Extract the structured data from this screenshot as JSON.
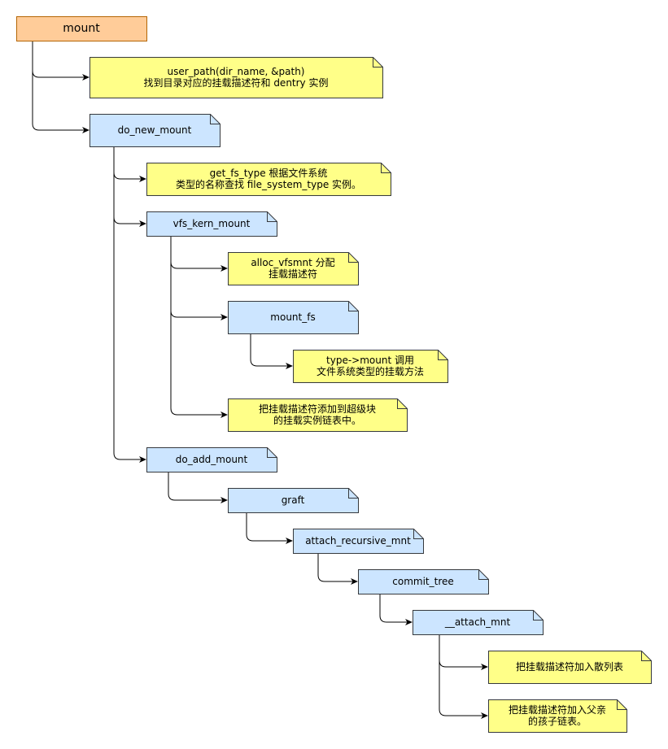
{
  "colors": {
    "root_fill": "#ffcc99",
    "root_stroke": "#b46504",
    "note_fill": "#ffff88",
    "note_stroke": "#36393d",
    "func_fill": "#cce5ff",
    "func_stroke": "#36393d",
    "edge": "#000000"
  },
  "nodes": {
    "mount": {
      "lines": [
        "mount"
      ],
      "kind": "root"
    },
    "user_path": {
      "lines": [
        "user_path(dir_name, &path)",
        "找到目录对应的挂载描述符和 dentry 实例"
      ],
      "kind": "note"
    },
    "do_new_mount": {
      "lines": [
        "do_new_mount"
      ],
      "kind": "func"
    },
    "get_fs_type": {
      "lines": [
        "get_fs_type 根据文件系统",
        "类型的名称查找 file_system_type 实例。"
      ],
      "kind": "note"
    },
    "vfs_kern_mount": {
      "lines": [
        "vfs_kern_mount"
      ],
      "kind": "func"
    },
    "alloc_vfsmnt": {
      "lines": [
        "alloc_vfsmnt 分配",
        "挂载描述符"
      ],
      "kind": "note"
    },
    "mount_fs": {
      "lines": [
        "mount_fs"
      ],
      "kind": "func"
    },
    "type_mount": {
      "lines": [
        "type->mount 调用",
        "文件系统类型的挂载方法"
      ],
      "kind": "note"
    },
    "add_to_sb": {
      "lines": [
        "把挂载描述符添加到超级块",
        "的挂载实例链表中。"
      ],
      "kind": "note"
    },
    "do_add_mount": {
      "lines": [
        "do_add_mount"
      ],
      "kind": "func"
    },
    "graft": {
      "lines": [
        "graft"
      ],
      "kind": "func"
    },
    "attach_recursive_mnt": {
      "lines": [
        "attach_recursive_mnt"
      ],
      "kind": "func"
    },
    "commit_tree": {
      "lines": [
        "commit_tree"
      ],
      "kind": "func"
    },
    "attach_mnt": {
      "lines": [
        "__attach_mnt"
      ],
      "kind": "func"
    },
    "add_hash": {
      "lines": [
        "把挂载描述符加入散列表"
      ],
      "kind": "note"
    },
    "add_children": {
      "lines": [
        "把挂载描述符加入父亲",
        "的孩子链表。"
      ],
      "kind": "note"
    }
  },
  "edges": [
    [
      "mount",
      "user_path"
    ],
    [
      "mount",
      "do_new_mount"
    ],
    [
      "do_new_mount",
      "get_fs_type"
    ],
    [
      "do_new_mount",
      "vfs_kern_mount"
    ],
    [
      "do_new_mount",
      "do_add_mount"
    ],
    [
      "vfs_kern_mount",
      "alloc_vfsmnt"
    ],
    [
      "vfs_kern_mount",
      "mount_fs"
    ],
    [
      "vfs_kern_mount",
      "add_to_sb"
    ],
    [
      "mount_fs",
      "type_mount"
    ],
    [
      "do_add_mount",
      "graft"
    ],
    [
      "graft",
      "attach_recursive_mnt"
    ],
    [
      "attach_recursive_mnt",
      "commit_tree"
    ],
    [
      "commit_tree",
      "attach_mnt"
    ],
    [
      "attach_mnt",
      "add_hash"
    ],
    [
      "attach_mnt",
      "add_children"
    ]
  ]
}
